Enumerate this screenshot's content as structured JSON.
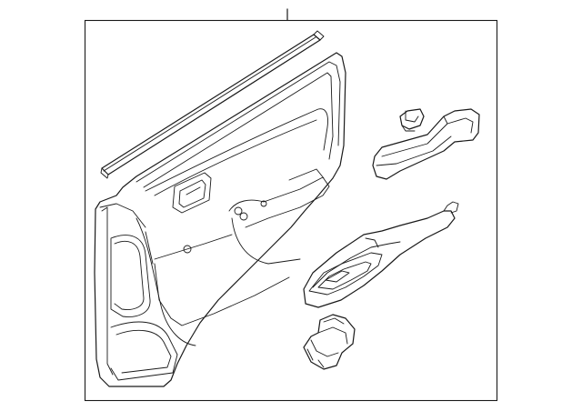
{
  "diagram": {
    "parts": [
      {
        "name": "door-trim-panel"
      },
      {
        "name": "belt-weatherstrip"
      },
      {
        "name": "pull-handle"
      },
      {
        "name": "handle-clip"
      },
      {
        "name": "armrest-switch-bezel"
      },
      {
        "name": "window-switch"
      }
    ],
    "colors": {
      "line": "#1a1a1a",
      "background": "#ffffff"
    }
  }
}
